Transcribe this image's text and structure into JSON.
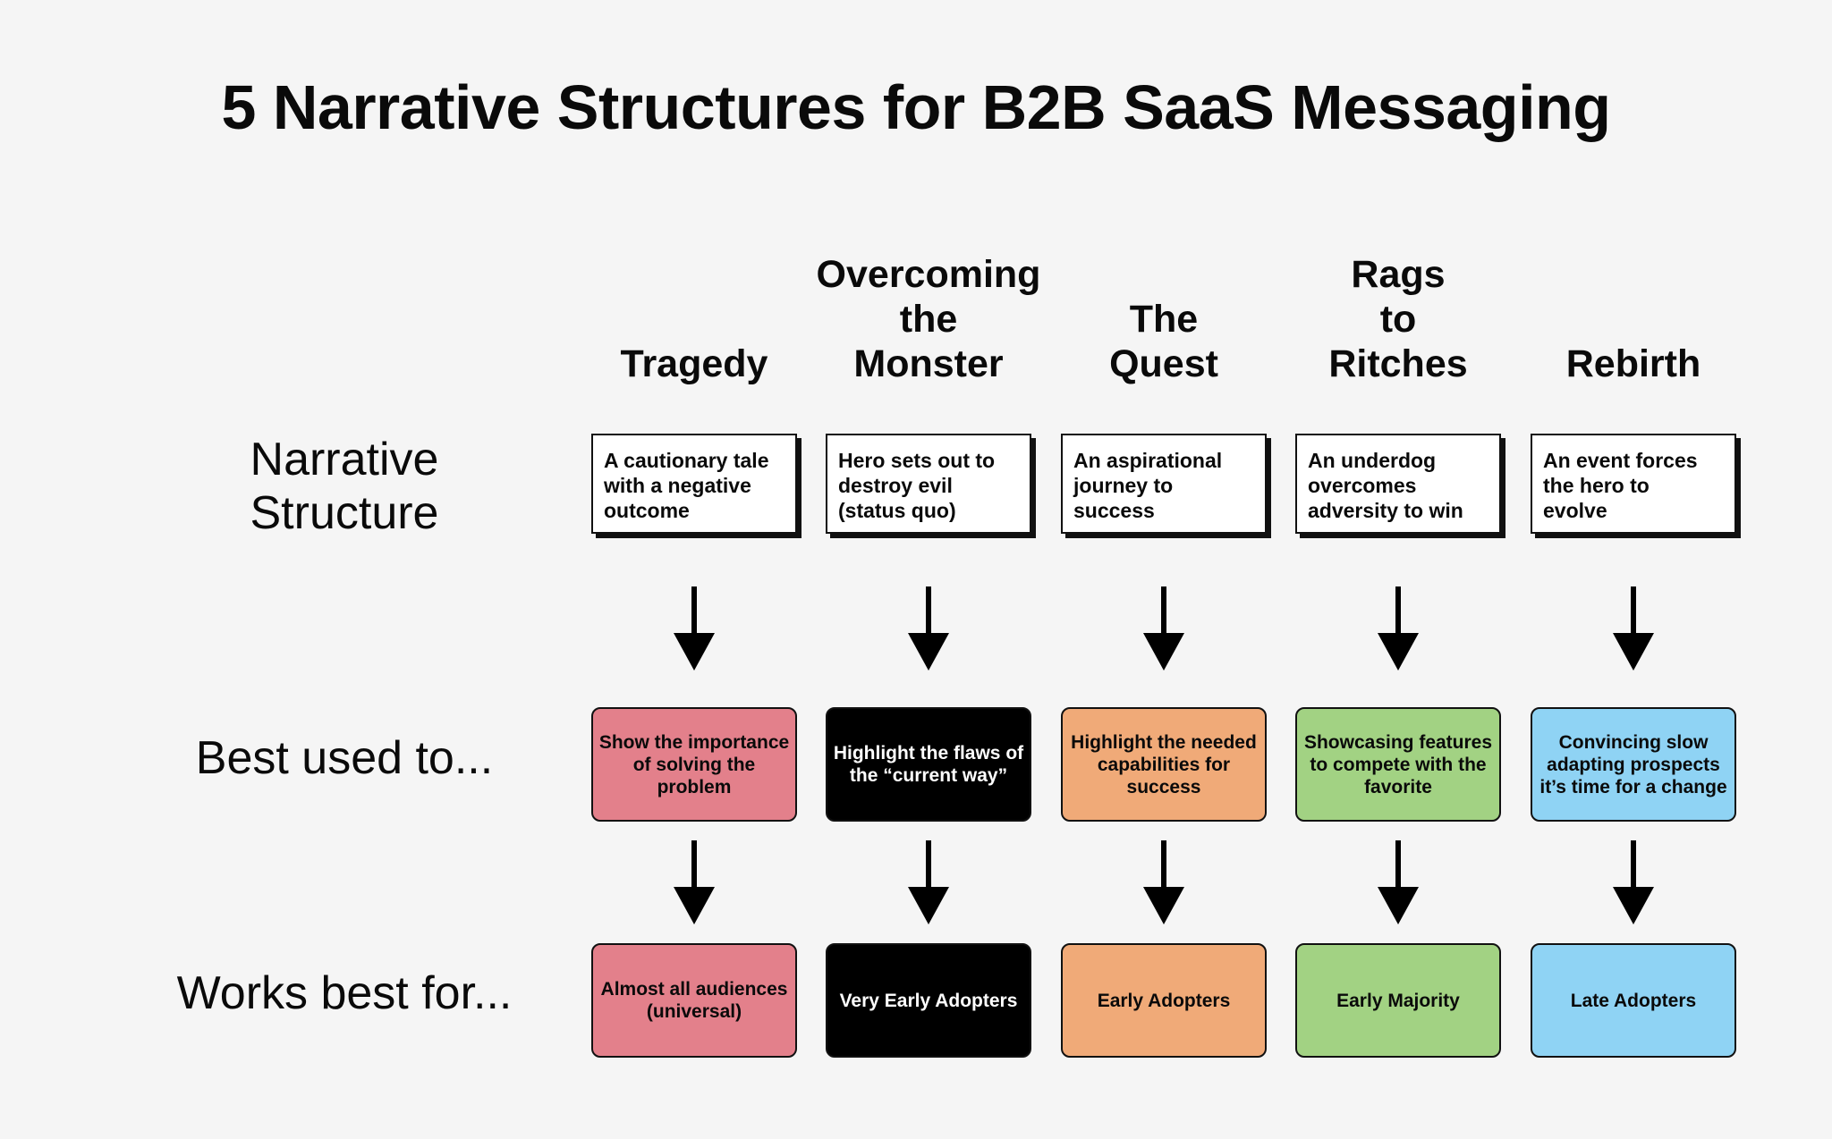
{
  "title": "5 Narrative Structures for B2B SaaS Messaging",
  "row_labels": {
    "narrative_line1": "Narrative",
    "narrative_line2": "Structure",
    "best_used": "Best used to...",
    "works_best": "Works best for..."
  },
  "columns": [
    {
      "heading": [
        "Tragedy"
      ],
      "definition": [
        "A cautionary tale",
        "with a negative",
        "outcome"
      ],
      "best_used": [
        "Show the importance",
        "of solving the",
        "problem"
      ],
      "works_best": [
        "Almost all audiences",
        "(universal)"
      ],
      "fill": "#e3808b",
      "text_color": "#0a0a0a"
    },
    {
      "heading": [
        "Overcoming",
        "the",
        "Monster"
      ],
      "definition": [
        "Hero sets out to",
        "destroy evil",
        "(status quo)"
      ],
      "best_used": [
        "Highlight the flaws of",
        "the “current way”"
      ],
      "works_best": [
        "Very Early Adopters"
      ],
      "fill": "#000000",
      "text_color": "#ffffff"
    },
    {
      "heading": [
        "The",
        "Quest"
      ],
      "definition": [
        "An aspirational",
        "journey to",
        "success"
      ],
      "best_used": [
        "Highlight the needed",
        "capabilities for",
        "success"
      ],
      "works_best": [
        "Early Adopters"
      ],
      "fill": "#f0aa78",
      "text_color": "#0a0a0a"
    },
    {
      "heading": [
        "Rags",
        "to",
        "Ritches"
      ],
      "definition": [
        "An underdog",
        "overcomes",
        "adversity to win"
      ],
      "best_used": [
        "Showcasing features",
        "to compete with the",
        "favorite"
      ],
      "works_best": [
        "Early Majority"
      ],
      "fill": "#a2d283",
      "text_color": "#0a0a0a"
    },
    {
      "heading": [
        "Rebirth"
      ],
      "definition": [
        "An event forces",
        "the hero to",
        "evolve"
      ],
      "best_used": [
        "Convincing slow",
        "adapting prospects",
        "it’s time for a change"
      ],
      "works_best": [
        "Late Adopters"
      ],
      "fill": "#8fd3f4",
      "text_color": "#0a0a0a"
    }
  ]
}
